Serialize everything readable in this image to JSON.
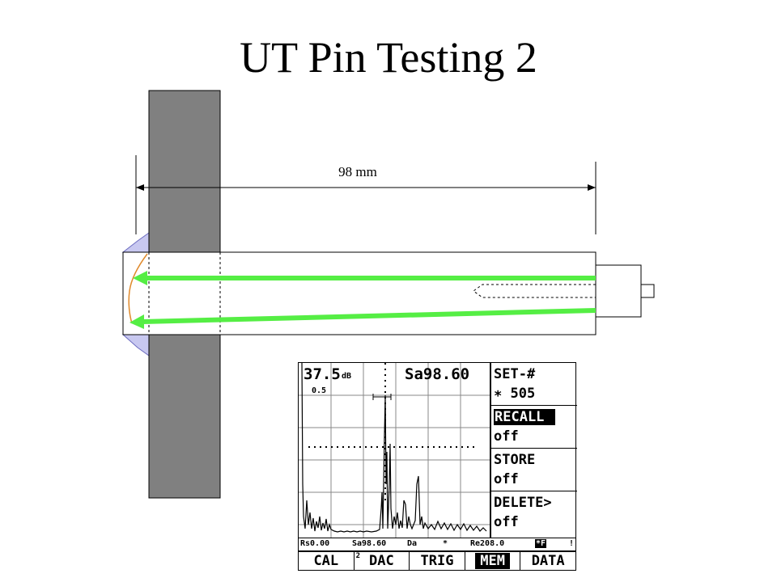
{
  "slide": {
    "title": "UT Pin Testing 2"
  },
  "diagram": {
    "dimension_label": "98 mm"
  },
  "instrument": {
    "gain": "37.5",
    "gain_unit": "dB",
    "sound_path": "Sa98.60",
    "gain_step": "0.5",
    "menu": {
      "set_label": "SET-#",
      "set_value": "∗ 505",
      "recall_label": "RECALL",
      "recall_value": "off",
      "store_label": "STORE",
      "store_value": "off",
      "delete_label": "DELETE>",
      "delete_value": "off"
    },
    "status": {
      "rs": "Rs0.00",
      "sa": "Sa98.60",
      "da": "Da",
      "star": "*",
      "re": "Re208.0",
      "f_badge": "*F",
      "alert": "!"
    },
    "softkeys": [
      {
        "label": "CAL",
        "num": ""
      },
      {
        "label": "DAC",
        "num": "2"
      },
      {
        "label": "TRIG",
        "num": ""
      },
      {
        "label": "MEM",
        "num": ""
      },
      {
        "label": "DATA",
        "num": ""
      }
    ]
  }
}
